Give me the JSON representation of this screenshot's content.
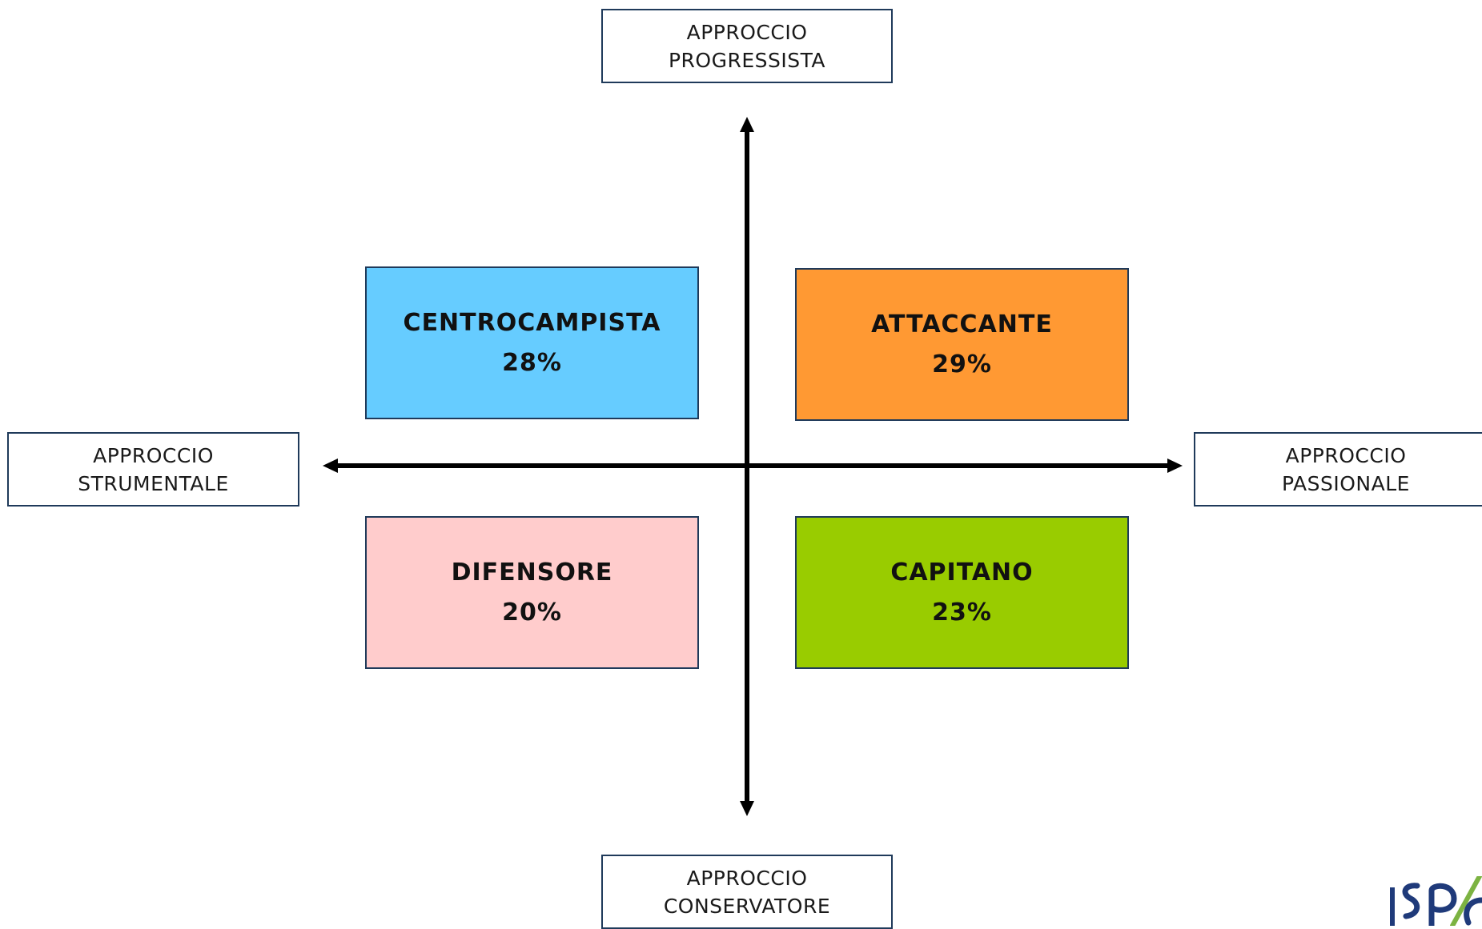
{
  "axes": {
    "top": {
      "line1": "APPROCCIO",
      "line2": "PROGRESSISTA"
    },
    "bottom": {
      "line1": "APPROCCIO",
      "line2": "CONSERVATORE"
    },
    "left": {
      "line1": "APPROCCIO",
      "line2": "STRUMENTALE"
    },
    "right": {
      "line1": "APPROCCIO",
      "line2": "PASSIONALE"
    }
  },
  "quadrants": {
    "top_left": {
      "label": "CENTROCAMPISTA",
      "value": "28%",
      "color": "#66ccff"
    },
    "top_right": {
      "label": "ATTACCANTE",
      "value": "29%",
      "color": "#ff9933"
    },
    "bottom_left": {
      "label": "DIFENSORE",
      "value": "20%",
      "color": "#ffcccc"
    },
    "bottom_right": {
      "label": "CAPITANO",
      "value": "23%",
      "color": "#99cc00"
    }
  },
  "colors": {
    "box_border": "#1f3a5a",
    "axis_line": "#000000",
    "logo_dark": "#1f3a7a",
    "logo_green": "#7cb342"
  },
  "logo": {
    "icon": "logo-icon"
  }
}
